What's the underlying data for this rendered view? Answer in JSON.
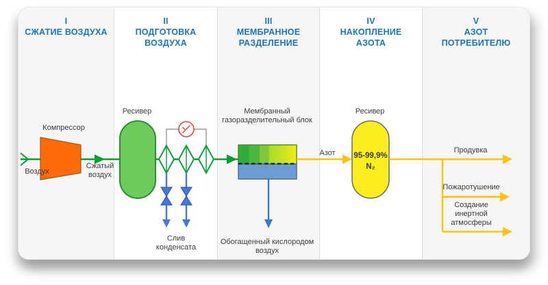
{
  "diagram_title": "Nitrogen membrane generation process flow",
  "colors": {
    "header_blue": "#1c75bc",
    "label_gray": "#3c3c3c",
    "flow_green": "#0b9b37",
    "compressor_orange": "#fc6a09",
    "tank_green": "#6ccb5c",
    "tank_green_border": "#2d8e2d",
    "valve_blue": "#4677dd",
    "oxygen_blue": "#2e7bd8",
    "membrane_blue": "#6d9cd3",
    "tank_yellow": "#fbee1f",
    "nitrogen_yellow": "#ffc20e",
    "gauge_red": "#e2453c",
    "column_tint": "#f6f6f7"
  },
  "columns": [
    {
      "numeral": "I",
      "title": "СЖАТИЕ ВОЗДУХА"
    },
    {
      "numeral": "II",
      "title": "ПОДГОТОВКА ВОЗДУХА"
    },
    {
      "numeral": "III",
      "title": "МЕМБРАННОЕ РАЗДЕЛЕНИЕ"
    },
    {
      "numeral": "IV",
      "title": "НАКОПЛЕНИЕ АЗОТА"
    },
    {
      "numeral": "V",
      "title": "АЗОТ ПОТРЕБИТЕЛЮ"
    }
  ],
  "stage1": {
    "air_in": "Воздух",
    "compressor": "Компрессор",
    "compressed_air": "Сжатый воздух"
  },
  "stage2": {
    "receiver": "Ресивер",
    "condensate_drain": "Слив конденсата"
  },
  "stage3": {
    "membrane_unit": "Мембранный газоразделительный блок",
    "oxygen_enriched": "Обогащенный кислородом воздух"
  },
  "stage4": {
    "receiver": "Ресивер",
    "nitrogen": "Азот",
    "purity": "95-99,9%",
    "formula": "N₂"
  },
  "stage5": {
    "outputs": [
      "Продувка",
      "Пожаротушение",
      "Создание инертной атмосферы"
    ]
  }
}
